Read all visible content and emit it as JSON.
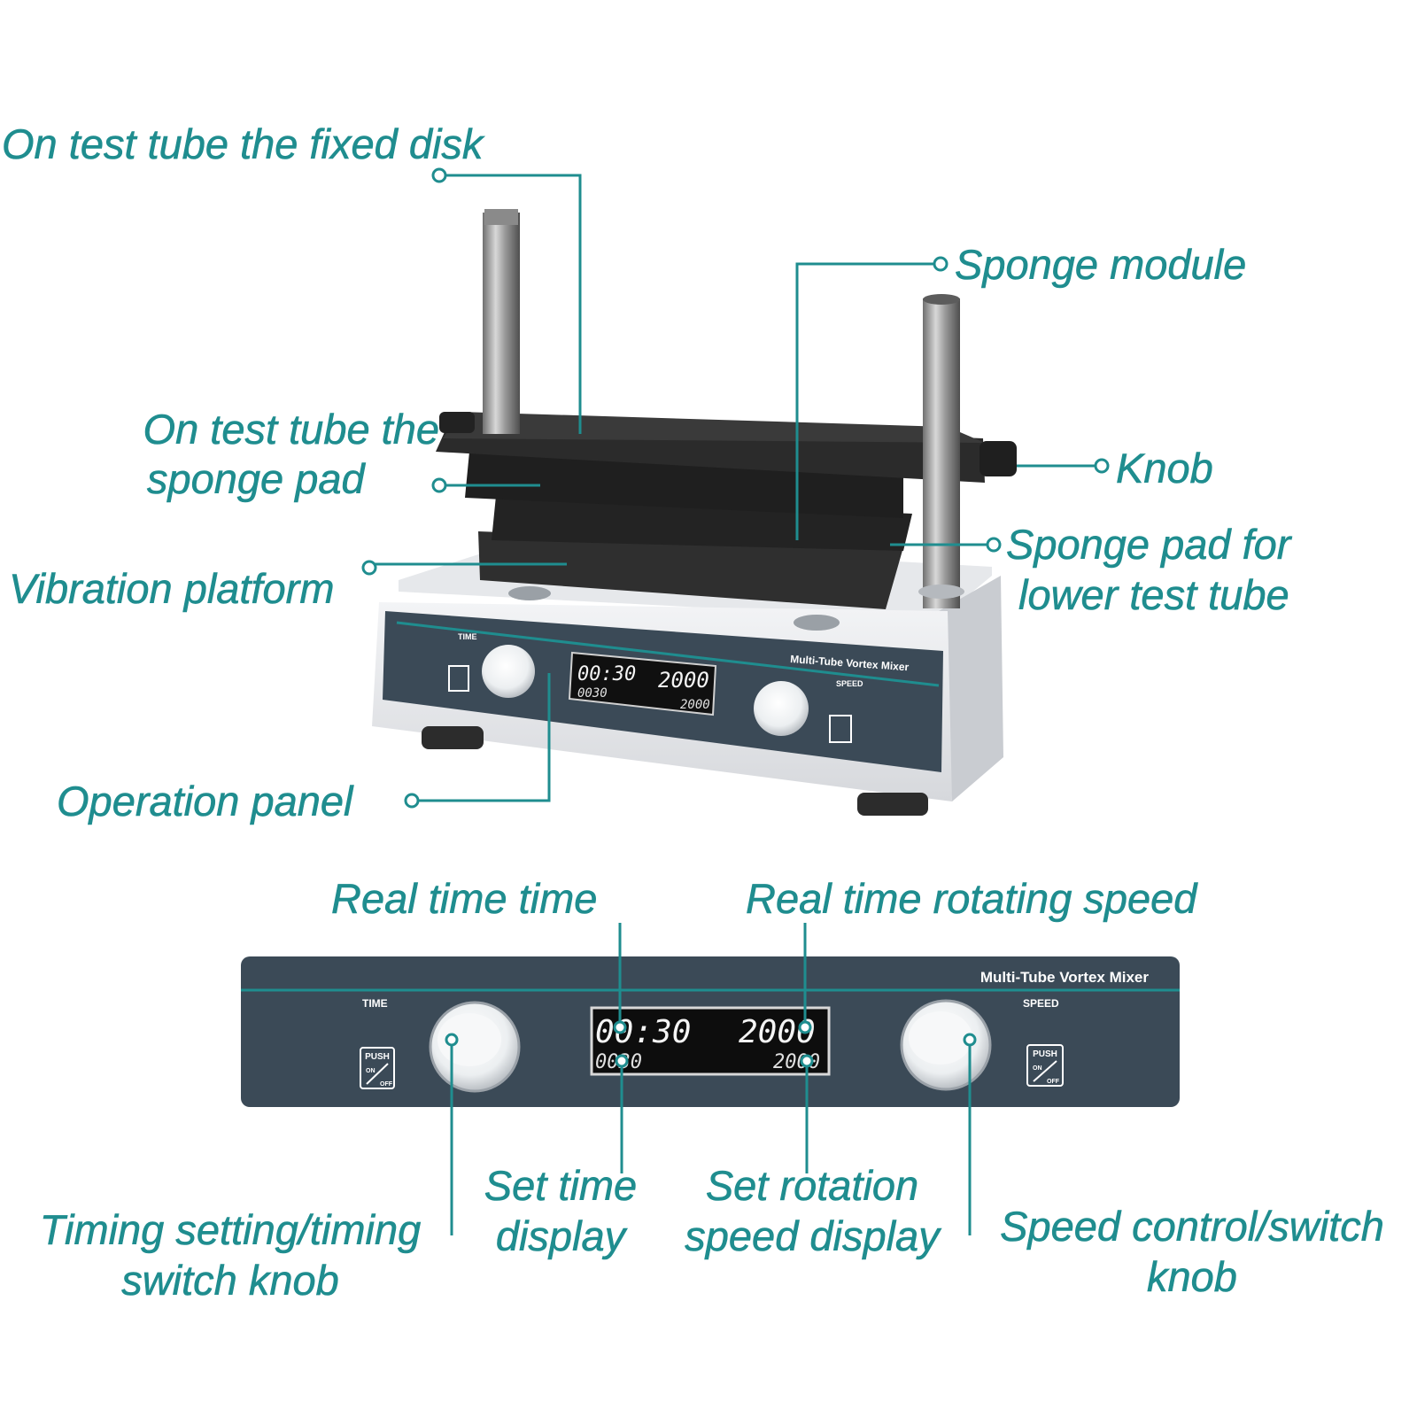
{
  "colors": {
    "accent": "#1f8d8f",
    "panel": "#3b4a57",
    "platform": "#2b2b2b"
  },
  "labels": {
    "fixed_disk": "On test tube the fixed disk",
    "sponge_pad_upper": [
      "On test tube the",
      "sponge pad"
    ],
    "vibration_platform": "Vibration platform",
    "operation_panel": "Operation panel",
    "sponge_module": "Sponge module",
    "knob": "Knob",
    "sponge_pad_lower": [
      "Sponge pad for",
      "lower test tube"
    ],
    "real_time_time": "Real time time",
    "real_time_speed": "Real time rotating speed",
    "timing_knob": [
      "Timing setting/timing",
      "switch knob"
    ],
    "set_time_display": [
      "Set time",
      "display"
    ],
    "set_rotation_display": [
      "Set rotation",
      "speed display"
    ],
    "speed_knob": [
      "Speed control/switch",
      "knob"
    ]
  },
  "device": {
    "name": "Multi-Tube Vortex Mixer",
    "time_label": "TIME",
    "speed_label": "SPEED",
    "push_label": "PUSH",
    "on_label": "ON",
    "off_label": "OFF",
    "display": {
      "time_real": "00:30",
      "speed_real": "2000",
      "time_set": "0030",
      "speed_set": "2000"
    }
  }
}
